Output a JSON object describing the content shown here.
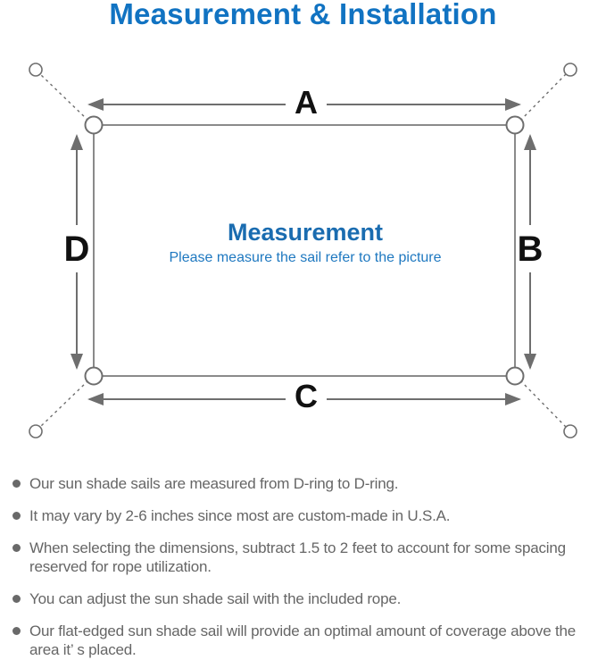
{
  "title": "Measurement & Installation",
  "diagram": {
    "labels": {
      "top": "A",
      "right": "B",
      "bottom": "C",
      "left": "D"
    },
    "center_heading": "Measurement",
    "center_subtitle": "Please measure the sail refer to the picture"
  },
  "colors": {
    "title_blue": "#1173c2",
    "heading_blue": "#1a6cb0",
    "subtitle_blue": "#1e78c0",
    "outline_gray": "#8a8a8a",
    "arrow_gray": "#6e6e6e",
    "bullet_text_gray": "#666666"
  },
  "bullets": [
    "Our sun shade sails are measured from D-ring to D-ring.",
    "It may vary by 2-6 inches since most are custom-made in U.S.A.",
    "When selecting the dimensions, subtract 1.5 to 2 feet to account for some spacing reserved for rope utilization.",
    "You can adjust the sun shade sail with the included rope.",
    "Our flat-edged sun shade sail will provide an optimal amount of coverage above the area it’ s placed."
  ]
}
